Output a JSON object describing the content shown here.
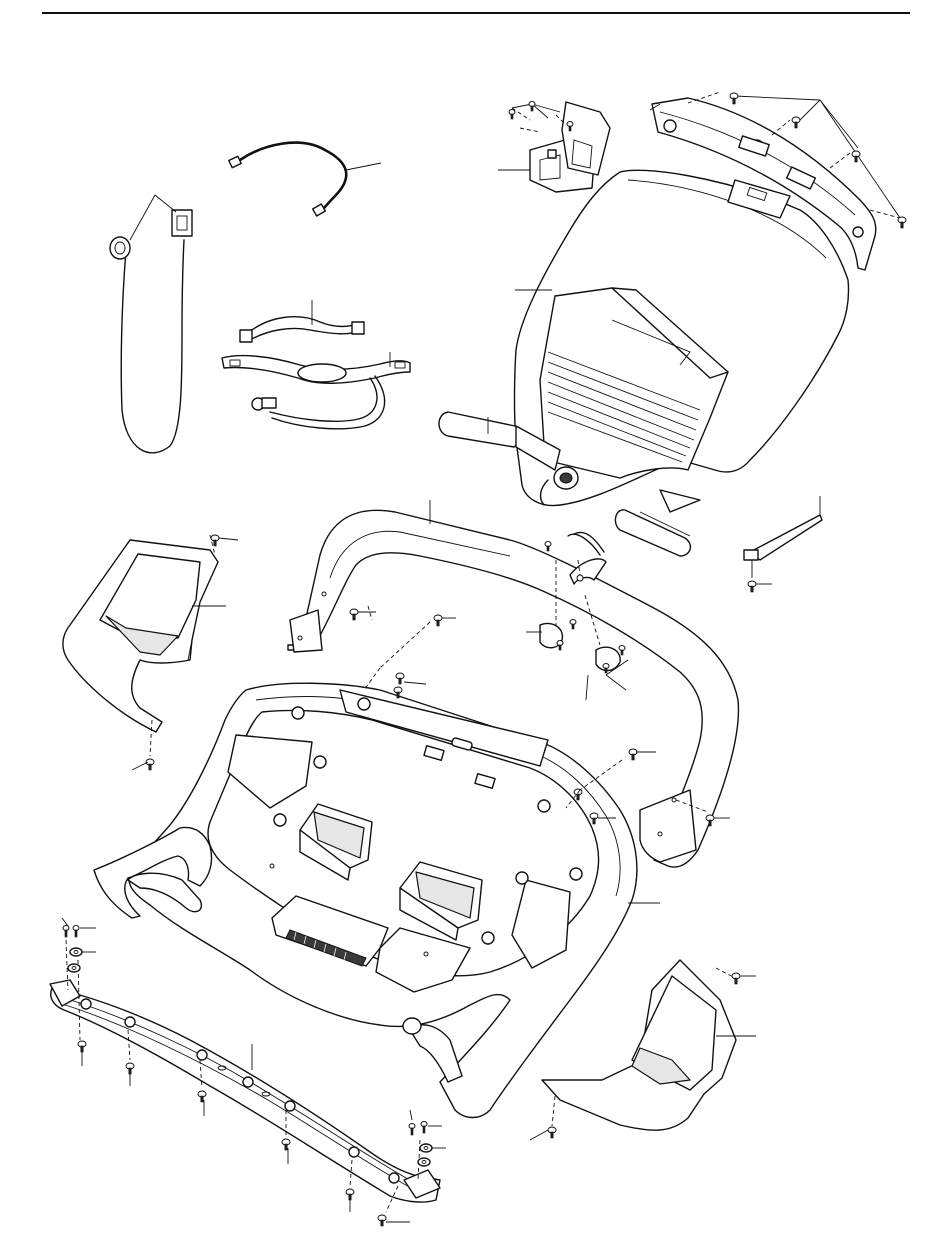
{
  "diagram": {
    "type": "exploded-parts-view",
    "background": "#ffffff",
    "line_color": "#111111",
    "parts": [
      "top-rule",
      "console-cable",
      "chest-pulse-strap",
      "clip-bracket",
      "clip-loop-cord",
      "console-bracket",
      "console-rear-cover",
      "console-base",
      "handlebar-left",
      "handlebar-right",
      "upright-frame",
      "upright-clips",
      "wire-tie",
      "left-storage-tray",
      "right-storage-tray",
      "upright-cover",
      "crossbar",
      "hardware-screws",
      "washers"
    ],
    "labels_printed": false
  }
}
